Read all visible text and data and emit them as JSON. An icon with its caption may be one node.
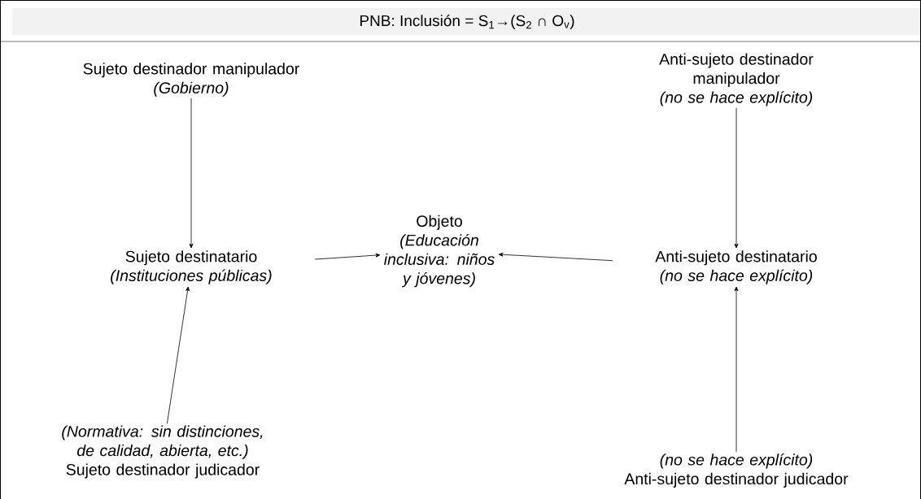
{
  "diagram": {
    "title": "PNB: Inclusión  = S$_{1}$→(S$_{2}$ ∩ O$_{v}$)",
    "nodes": [
      {
        "text": [
          "Sujeto destinador manipulador",
          "(Gobierno)"
        ]
      },
      {
        "text": [
          "Anti-sujeto destinador manipulador",
          "(no se hace explícito)"
        ]
      },
      {
        "text": [
          "Sujeto destinatario",
          "(Instituciones públicas)"
        ]
      },
      {
        "text": [
          "Objeto",
          "(Educación inclusiva: niños y jóvenes)"
        ]
      },
      {
        "text": [
          "Anti-sujeto destinatario",
          "(no se hace explícito)"
        ]
      },
      {
        "text": [
          "(Normativa: sin distinciones, de calidad, abierta, etc.)",
          "Sujeto destinador judicador"
        ]
      },
      {
        "text": [
          "(no se hace explícito)",
          "Anti-sujeto destinador judicador"
        ]
      }
    ],
    "edges": [
      {
        "from": 0,
        "to": 2,
        "arrow": "to"
      },
      {
        "from": 1,
        "to": 4,
        "arrow": "to"
      },
      {
        "from": 2,
        "to": 3,
        "arrow": "to"
      },
      {
        "from": 4,
        "to": 3,
        "arrow": "to"
      },
      {
        "from": 5,
        "to": 2,
        "arrow": "to"
      },
      {
        "from": 6,
        "to": 4,
        "arrow": "to"
      }
    ]
  }
}
